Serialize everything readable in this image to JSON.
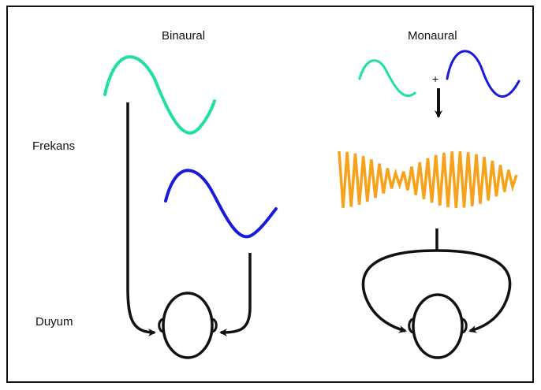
{
  "titles": {
    "binaural": "Binaural",
    "monaural": "Monaural"
  },
  "row_labels": {
    "frequency": "Frekans",
    "hearing": "Duyum"
  },
  "combine_symbol": "+",
  "colors": {
    "wave_left": "#1fe0a0",
    "wave_right": "#1a1adb",
    "beat_wave": "#f7a21b",
    "stroke": "#111111"
  }
}
